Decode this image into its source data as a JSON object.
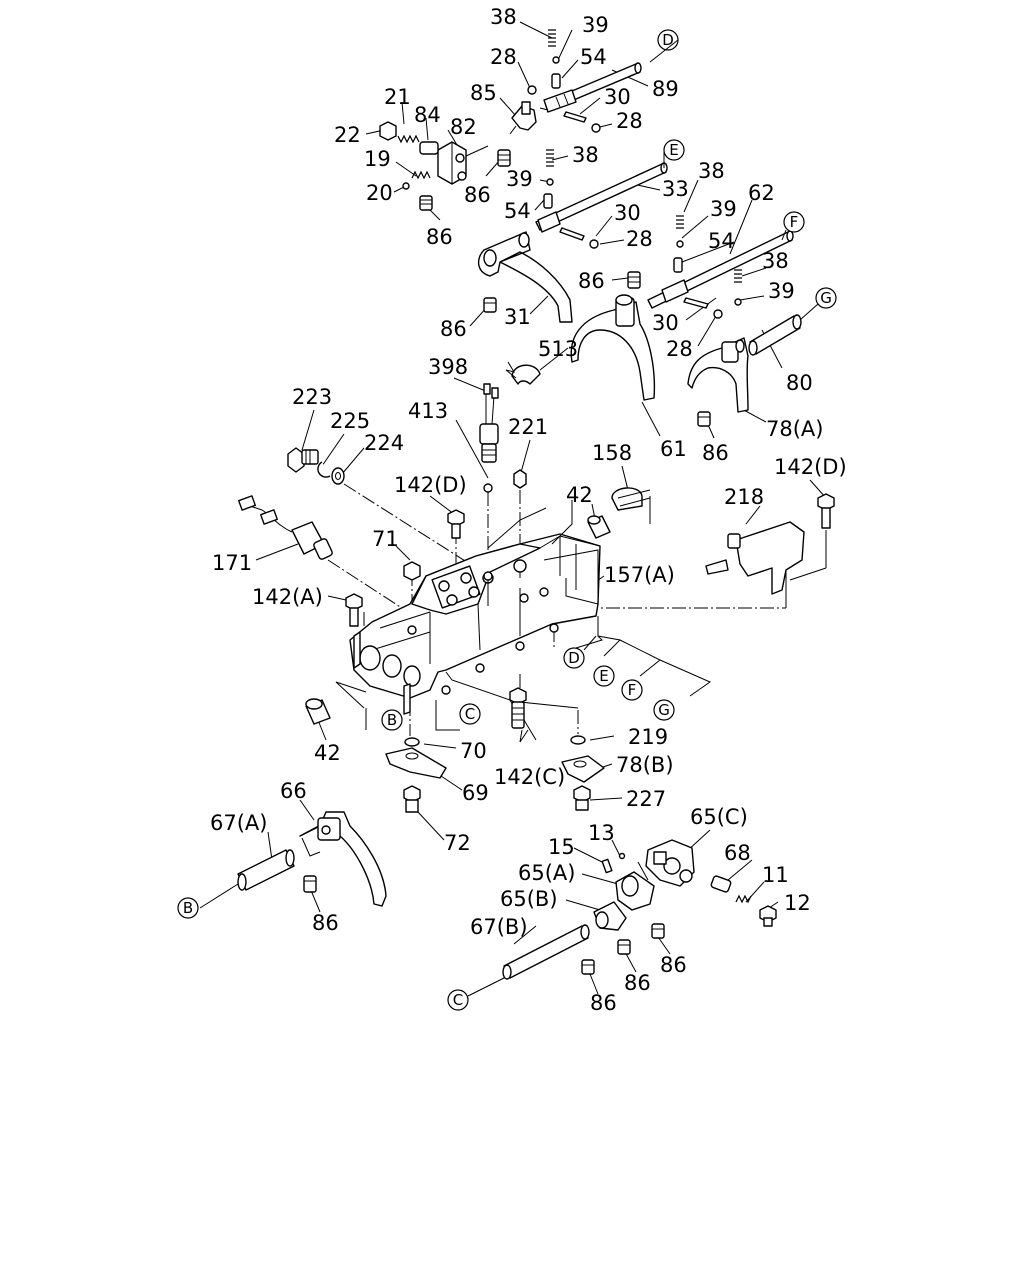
{
  "labels": [
    {
      "id": "l1",
      "text": "38"
    },
    {
      "id": "l2",
      "text": "39"
    },
    {
      "id": "l3",
      "text": "28"
    },
    {
      "id": "l4",
      "text": "54"
    },
    {
      "id": "l5",
      "text": "89"
    },
    {
      "id": "l6",
      "text": "85"
    },
    {
      "id": "l7",
      "text": "30"
    },
    {
      "id": "l8",
      "text": "28"
    },
    {
      "id": "l9",
      "text": "21"
    },
    {
      "id": "l10",
      "text": "84"
    },
    {
      "id": "l11",
      "text": "82"
    },
    {
      "id": "l12",
      "text": "22"
    },
    {
      "id": "l13",
      "text": "19"
    },
    {
      "id": "l14",
      "text": "38"
    },
    {
      "id": "l15",
      "text": "39"
    },
    {
      "id": "l16",
      "text": "20"
    },
    {
      "id": "l17",
      "text": "86"
    },
    {
      "id": "l18",
      "text": "33"
    },
    {
      "id": "l19",
      "text": "54"
    },
    {
      "id": "l20",
      "text": "30"
    },
    {
      "id": "l21",
      "text": "28"
    },
    {
      "id": "l22",
      "text": "86"
    },
    {
      "id": "l23",
      "text": "38"
    },
    {
      "id": "l24",
      "text": "62"
    },
    {
      "id": "l25",
      "text": "39"
    },
    {
      "id": "l26",
      "text": "54"
    },
    {
      "id": "l27",
      "text": "86"
    },
    {
      "id": "l28",
      "text": "38"
    },
    {
      "id": "l29",
      "text": "39"
    },
    {
      "id": "l30",
      "text": "86"
    },
    {
      "id": "l31",
      "text": "31"
    },
    {
      "id": "l32",
      "text": "30"
    },
    {
      "id": "l33",
      "text": "28"
    },
    {
      "id": "l34",
      "text": "513"
    },
    {
      "id": "l35",
      "text": "398"
    },
    {
      "id": "l36",
      "text": "80"
    },
    {
      "id": "l37",
      "text": "223"
    },
    {
      "id": "l38",
      "text": "225"
    },
    {
      "id": "l39",
      "text": "413"
    },
    {
      "id": "l40",
      "text": "221"
    },
    {
      "id": "l41",
      "text": "224"
    },
    {
      "id": "l42",
      "text": "78(A)"
    },
    {
      "id": "l43",
      "text": "86"
    },
    {
      "id": "l44",
      "text": "61"
    },
    {
      "id": "l45",
      "text": "158"
    },
    {
      "id": "l46",
      "text": "142(D)"
    },
    {
      "id": "l47",
      "text": "142(D)"
    },
    {
      "id": "l48",
      "text": "42"
    },
    {
      "id": "l49",
      "text": "218"
    },
    {
      "id": "l50",
      "text": "71"
    },
    {
      "id": "l51",
      "text": "171"
    },
    {
      "id": "l52",
      "text": "157(A)"
    },
    {
      "id": "l53",
      "text": "142(A)"
    },
    {
      "id": "l54",
      "text": "42"
    },
    {
      "id": "l55",
      "text": "70"
    },
    {
      "id": "l56",
      "text": "219"
    },
    {
      "id": "l57",
      "text": "142(C)"
    },
    {
      "id": "l58",
      "text": "78(B)"
    },
    {
      "id": "l59",
      "text": "69"
    },
    {
      "id": "l60",
      "text": "227"
    },
    {
      "id": "l61",
      "text": "66"
    },
    {
      "id": "l62",
      "text": "72"
    },
    {
      "id": "l63",
      "text": "67(A)"
    },
    {
      "id": "l64",
      "text": "65(C)"
    },
    {
      "id": "l65",
      "text": "15"
    },
    {
      "id": "l66",
      "text": "13"
    },
    {
      "id": "l67",
      "text": "68"
    },
    {
      "id": "l68",
      "text": "65(A)"
    },
    {
      "id": "l69",
      "text": "11"
    },
    {
      "id": "l70",
      "text": "65(B)"
    },
    {
      "id": "l71",
      "text": "12"
    },
    {
      "id": "l72",
      "text": "86"
    },
    {
      "id": "l73",
      "text": "67(B)"
    },
    {
      "id": "l74",
      "text": "86"
    },
    {
      "id": "l75",
      "text": "86"
    },
    {
      "id": "l76",
      "text": "86"
    }
  ],
  "callouts": [
    {
      "id": "c1",
      "text": "D"
    },
    {
      "id": "c2",
      "text": "E"
    },
    {
      "id": "c3",
      "text": "F"
    },
    {
      "id": "c4",
      "text": "G"
    },
    {
      "id": "c5",
      "text": "D"
    },
    {
      "id": "c6",
      "text": "E"
    },
    {
      "id": "c7",
      "text": "F"
    },
    {
      "id": "c8",
      "text": "G"
    },
    {
      "id": "c9",
      "text": "B"
    },
    {
      "id": "c10",
      "text": "C"
    },
    {
      "id": "c11",
      "text": "B"
    },
    {
      "id": "c12",
      "text": "C"
    }
  ]
}
